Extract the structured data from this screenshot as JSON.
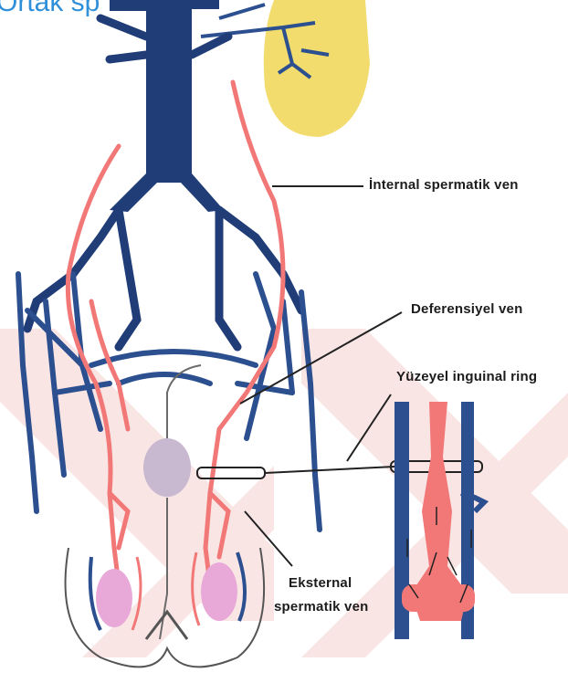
{
  "title": "Ortak sp",
  "labels": {
    "internal": "İnternal spermatik ven",
    "deferential": "Deferensiyel ven",
    "superficial_ring": "Yüzeyel inguinal ring",
    "external_line1": "Eksternal",
    "external_line2": "spermatik ven"
  },
  "colors": {
    "vein_blue": "#2b4f8f",
    "vein_dark": "#203d78",
    "artery_red": "#f27878",
    "kidney_yellow": "#f2dc6e",
    "bladder_gray": "#c8b8d0",
    "testis_pink": "#e8a8d8",
    "watermark": "#fbe3e3"
  }
}
